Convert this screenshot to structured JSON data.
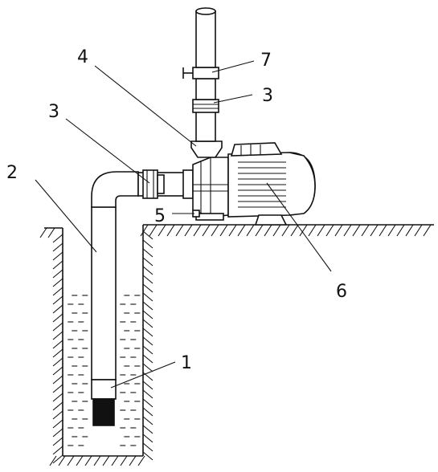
{
  "diagram": {
    "labels": {
      "foot_valve": "1",
      "suction_pipe": "2",
      "union_suction": "3",
      "union_delivery": "3",
      "check_valve": "4",
      "priming_plug": "5",
      "pump_motor": "6",
      "gate_valve": "7"
    },
    "colors": {
      "ink": "#111111",
      "background": "#ffffff",
      "valve_fill": "#111111"
    }
  }
}
